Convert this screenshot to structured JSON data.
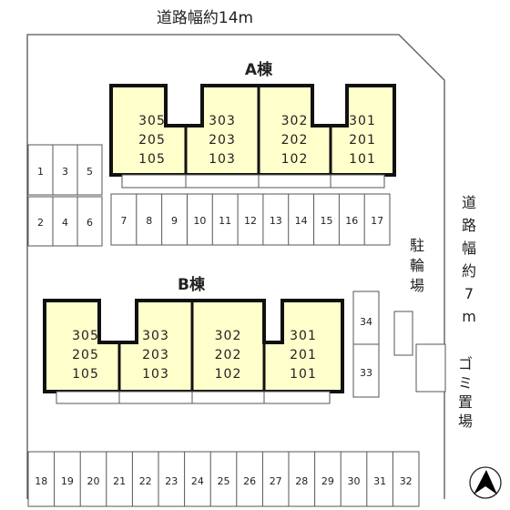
{
  "roads": {
    "north_label": "道路幅約14m",
    "east_label": [
      "道",
      "路",
      "幅",
      "約",
      "7",
      "m"
    ]
  },
  "buildings": {
    "a": {
      "label": "A棟",
      "units": [
        [
          "305",
          "205",
          "105"
        ],
        [
          "303",
          "203",
          "103"
        ],
        [
          "302",
          "202",
          "102"
        ],
        [
          "301",
          "201",
          "101"
        ]
      ]
    },
    "b": {
      "label": "B棟",
      "units": [
        [
          "305",
          "205",
          "105"
        ],
        [
          "303",
          "203",
          "103"
        ],
        [
          "302",
          "202",
          "102"
        ],
        [
          "301",
          "201",
          "101"
        ]
      ]
    }
  },
  "parking": {
    "west_top": [
      "1",
      "3",
      "5"
    ],
    "west_bottom": [
      "2",
      "4",
      "6"
    ],
    "middle_row": [
      "7",
      "8",
      "9",
      "10",
      "11",
      "12",
      "13",
      "14",
      "15",
      "16",
      "17"
    ],
    "east_column": [
      "34",
      "33"
    ],
    "bottom_row": [
      "18",
      "19",
      "20",
      "21",
      "22",
      "23",
      "24",
      "25",
      "26",
      "27",
      "28",
      "29",
      "30",
      "31",
      "32"
    ]
  },
  "facilities": {
    "bicycle_parking": [
      "駐",
      "輪",
      "場"
    ],
    "garbage_area": [
      "ゴ",
      "ミ",
      "置",
      "場"
    ]
  },
  "colors": {
    "unit_fill": "#ffffcc",
    "outline": "#111111",
    "line": "#555555"
  },
  "north_symbol": "north-arrow"
}
